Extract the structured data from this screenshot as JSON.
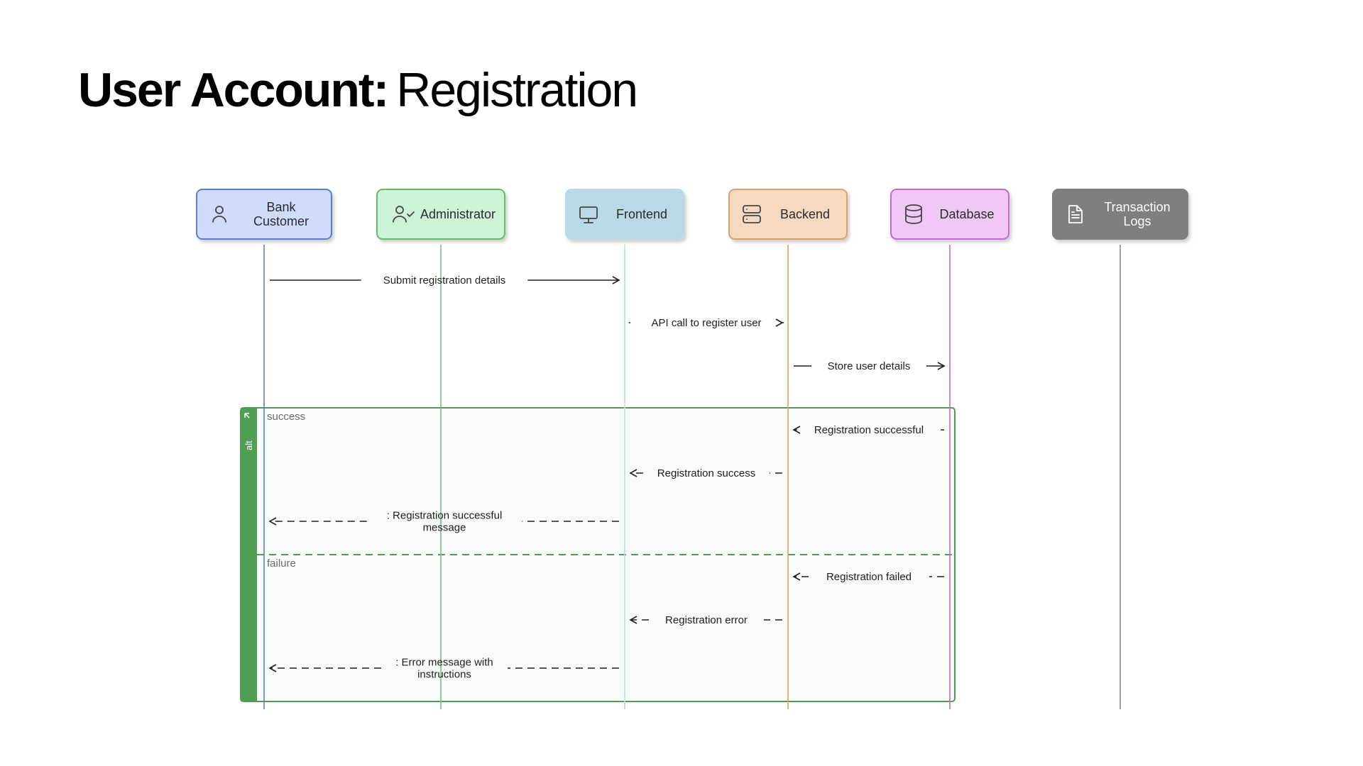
{
  "title": {
    "bold": "User Account:",
    "light": "Registration"
  },
  "participants": [
    {
      "id": "customer",
      "lines": [
        "Bank",
        "Customer"
      ],
      "icon": "user-icon",
      "fill": "#cfdcfb",
      "stroke": "#5b7ed0",
      "lifeline": "#5b7ed0",
      "text_color": "#2b2b2b"
    },
    {
      "id": "admin",
      "lines": [
        "Administrator"
      ],
      "icon": "user-check-icon",
      "fill": "#cdf3d6",
      "stroke": "#66bb6a",
      "lifeline": "#77c27f",
      "text_color": "#2b2b2b"
    },
    {
      "id": "frontend",
      "lines": [
        "Frontend"
      ],
      "icon": "monitor-icon",
      "fill": "#b9d9e6",
      "stroke": "#b9d9e6",
      "lifeline": "#b6dbe6",
      "text_color": "#2b2b2b"
    },
    {
      "id": "backend",
      "lines": [
        "Backend"
      ],
      "icon": "server-icon",
      "fill": "#f7d9c2",
      "stroke": "#d9a46c",
      "lifeline": "#d9a46c",
      "text_color": "#2b2b2b"
    },
    {
      "id": "database",
      "lines": [
        "Database"
      ],
      "icon": "database-icon",
      "fill": "#f0c8f5",
      "stroke": "#c36ad6",
      "lifeline": "#c36ad6",
      "text_color": "#2b2b2b"
    },
    {
      "id": "logs",
      "lines": [
        "Transaction",
        "Logs"
      ],
      "icon": "document-icon",
      "fill": "#7f7f7f",
      "stroke": "#7f7f7f",
      "lifeline": "#8a8a8a",
      "text_color": "#ffffff"
    }
  ],
  "fragment": {
    "operator": "alt",
    "color": "#4f9e54",
    "sections": [
      {
        "guard": "success"
      },
      {
        "guard": "failure"
      }
    ]
  },
  "messages": [
    {
      "from": "customer",
      "to": "frontend",
      "lines": [
        "Submit registration details"
      ],
      "style": "solid"
    },
    {
      "from": "frontend",
      "to": "backend",
      "lines": [
        "API call to register user"
      ],
      "style": "solid"
    },
    {
      "from": "backend",
      "to": "database",
      "lines": [
        "Store user details"
      ],
      "style": "solid"
    },
    {
      "from": "database",
      "to": "backend",
      "lines": [
        "Registration successful"
      ],
      "style": "dashed"
    },
    {
      "from": "backend",
      "to": "frontend",
      "lines": [
        "Registration success"
      ],
      "style": "dashed"
    },
    {
      "from": "frontend",
      "to": "customer",
      "lines": [
        ": Registration successful",
        "message"
      ],
      "style": "dashed"
    },
    {
      "from": "database",
      "to": "backend",
      "lines": [
        "Registration failed"
      ],
      "style": "dashed"
    },
    {
      "from": "backend",
      "to": "frontend",
      "lines": [
        "Registration error"
      ],
      "style": "dashed"
    },
    {
      "from": "frontend",
      "to": "customer",
      "lines": [
        ": Error message with",
        "instructions"
      ],
      "style": "dashed"
    }
  ]
}
